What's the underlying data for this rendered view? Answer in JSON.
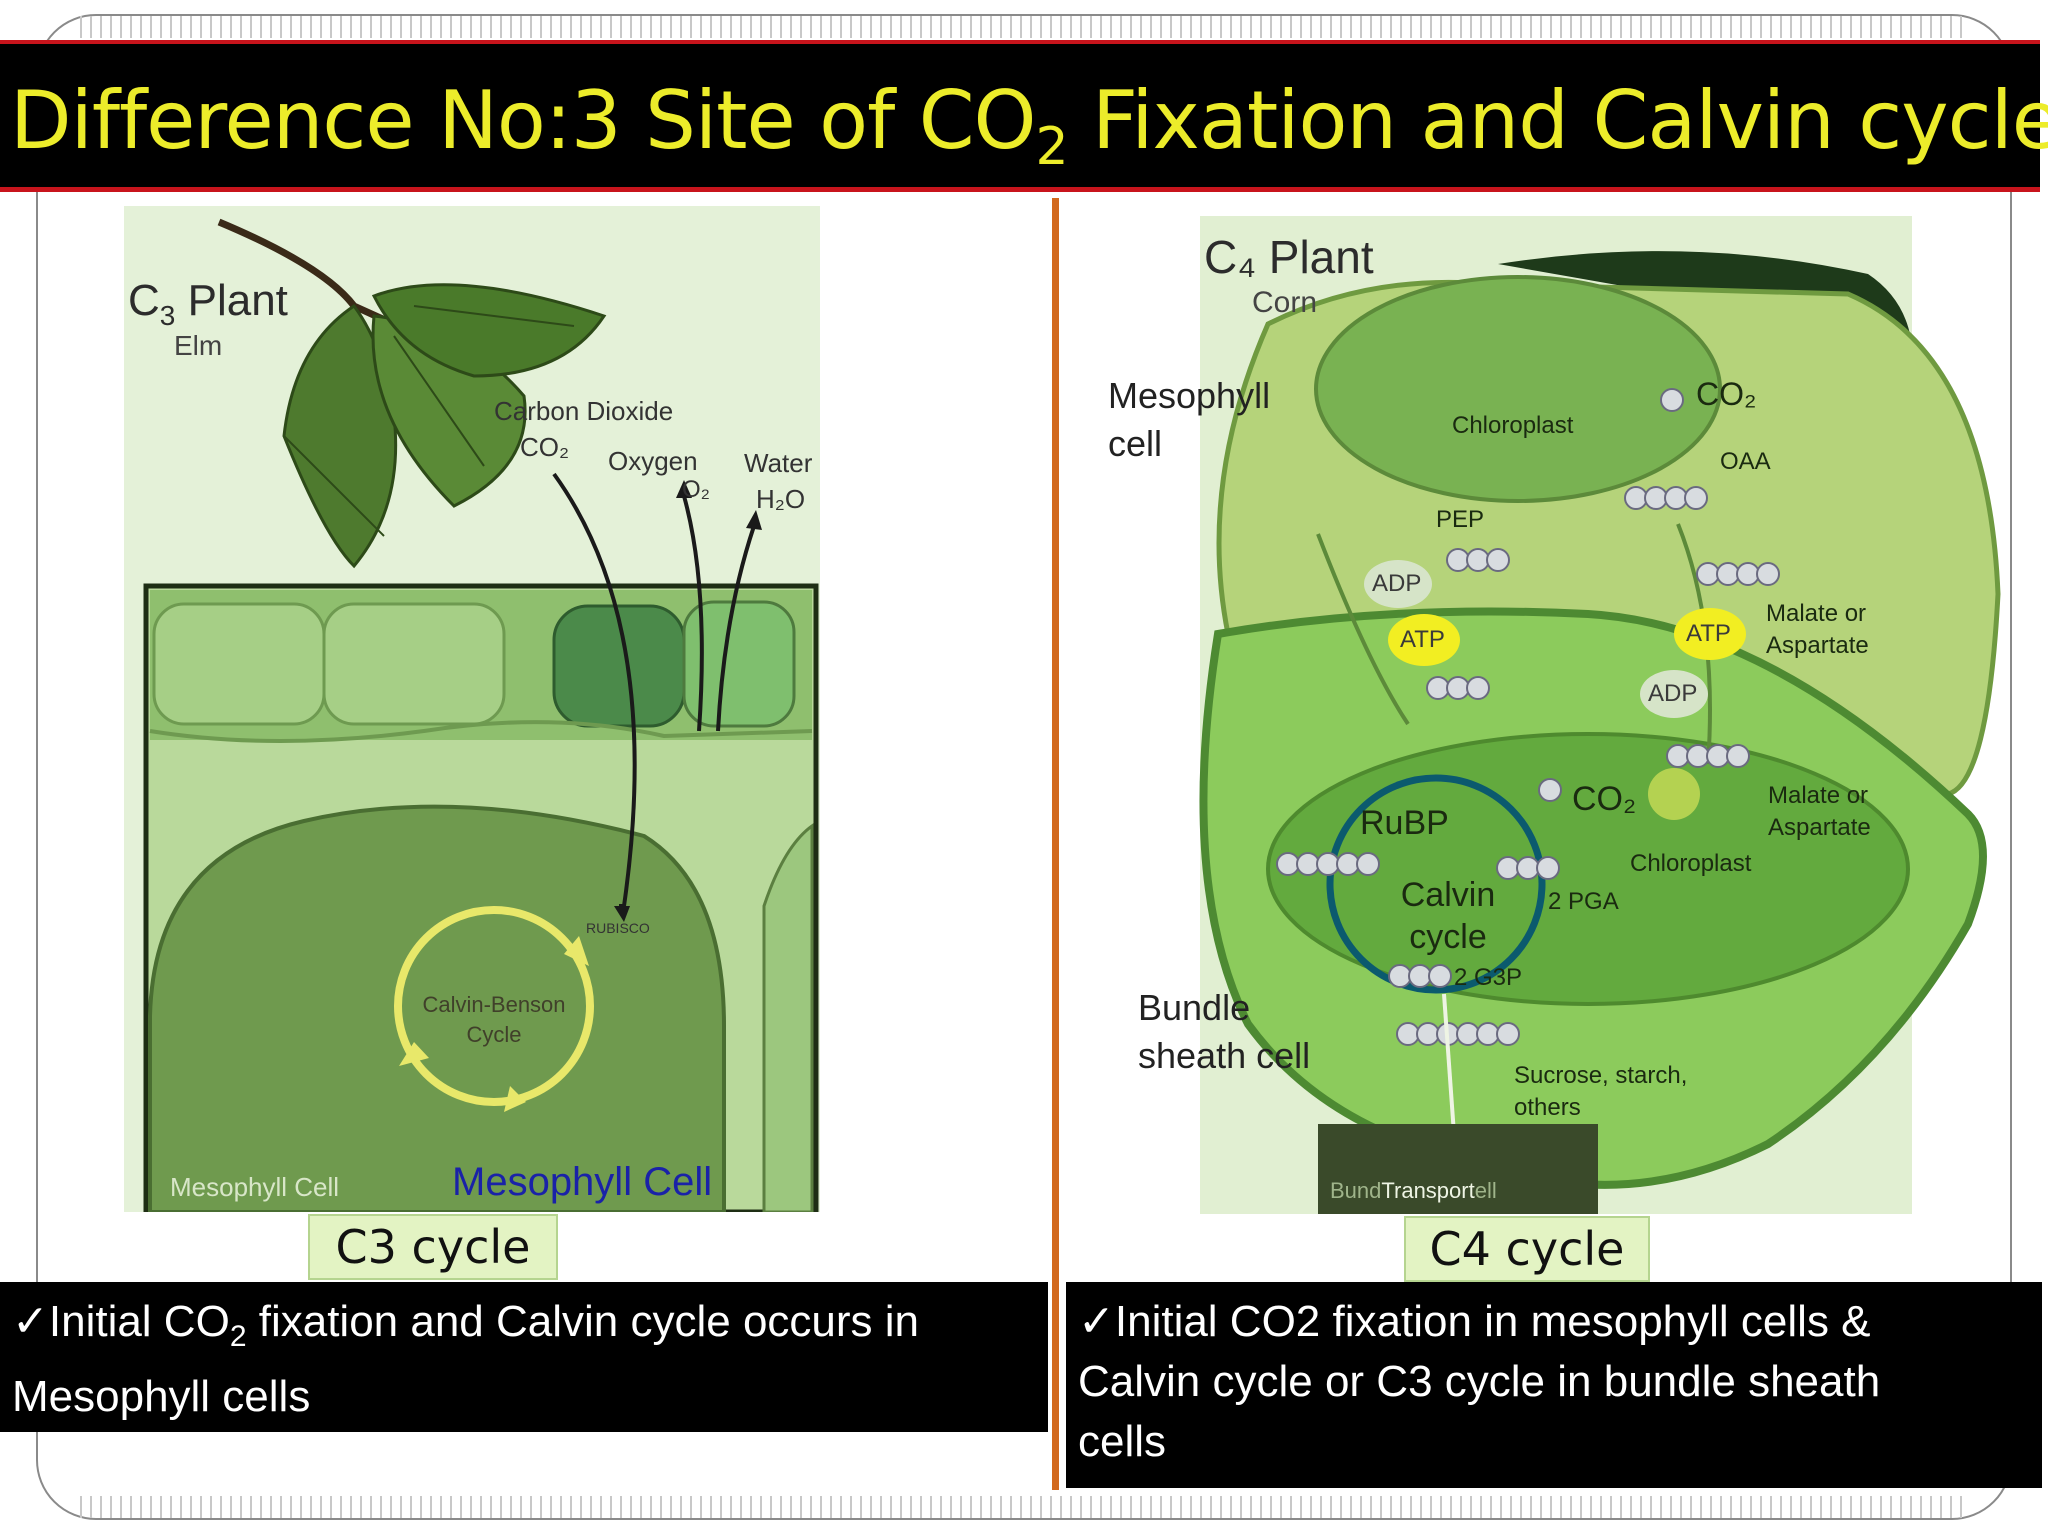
{
  "title": {
    "prefix": "Difference No:3 Site of CO",
    "sub": "2",
    "suffix": " Fixation and Calvin cycle"
  },
  "left": {
    "plant": "C",
    "plant_sub": "3",
    "plant_word": "Plant",
    "species": "Elm",
    "gas_co2_label": "Carbon Dioxide",
    "gas_co2": "CO₂",
    "gas_o2_label": "Oxygen",
    "gas_o2": "O₂",
    "gas_water_label": "Water",
    "gas_water": "H₂O",
    "rubisco": "RUBISCO",
    "cycle_line1": "Calvin-Benson",
    "cycle_line2": "Cycle",
    "cell_small": "Mesophyll Cell",
    "cell_big": "Mesophyll Cell",
    "caption": "C3 cycle",
    "note_a": "✓Initial CO",
    "note_sub": "2",
    "note_b": " fixation and Calvin cycle occurs in",
    "note_line2": "Mesophyll cells"
  },
  "right": {
    "plant": "C₄ Plant",
    "species": "Corn",
    "mesophyll_1": "Mesophyll",
    "mesophyll_2": "cell",
    "chloroplast_top": "Chloroplast",
    "co2_top": "CO₂",
    "oaa": "OAA",
    "pep": "PEP",
    "adp_left": "ADP",
    "atp_left": "ATP",
    "atp_right": "ATP",
    "adp_right": "ADP",
    "malate_top_1": "Malate or",
    "malate_top_2": "Aspartate",
    "malate_bot_1": "Malate or",
    "malate_bot_2": "Aspartate",
    "rubp": "RuBP",
    "co2_bottom": "CO₂",
    "chloroplast_bottom": "Chloroplast",
    "calvin_1": "Calvin",
    "calvin_2": "cycle",
    "pga": "2 PGA",
    "g3p": "2 G3P",
    "bundle_1": "Bundle",
    "bundle_2": "sheath cell",
    "sucrose_1": "Sucrose, starch,",
    "sucrose_2": "others",
    "transport": "Transport",
    "bundle_faint_a": "Bund",
    "bundle_faint_b": "ell",
    "caption": "C4 cycle",
    "note_line1": "✓Initial CO2 fixation in mesophyll cells &",
    "note_line2": "Calvin cycle or C3 cycle  in bundle sheath",
    "note_line3": "cells"
  },
  "colors": {
    "title_text": "#ecec2a",
    "title_border": "#c8141c",
    "divider": "#d2691e",
    "caption_bg": "#e3f3c3"
  }
}
